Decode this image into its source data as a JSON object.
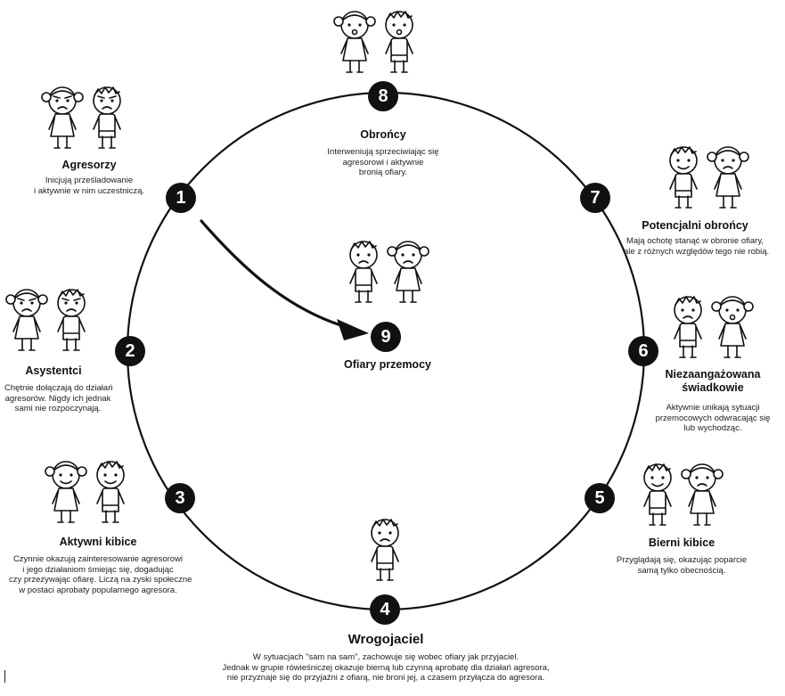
{
  "roles": [
    {
      "number": "8",
      "title": "Obrońcy",
      "description": [
        "Interweniują sprzeciwiając się",
        "agresorowi i aktywnie",
        "bronią ofiary."
      ]
    },
    {
      "number": "1",
      "title": "Agresorzy",
      "description": [
        "Inicjują prześladowanie",
        "i aktywnie w nim uczestniczą."
      ]
    },
    {
      "number": "7",
      "title": "Potencjalni obrońcy",
      "description": [
        "Mają ochotę stanąć w obronie ofiary,",
        "ale z różnych względów tego nie robią."
      ]
    },
    {
      "number": "2",
      "title": "Asystentci",
      "description": [
        "Chętnie dołączają do działań",
        "agresorów. Nigdy ich jednak",
        "sami nie rozpoczynają."
      ]
    },
    {
      "number": "9",
      "title": "Ofiary przemocy",
      "description": []
    },
    {
      "number": "6",
      "title": [
        "Niezaangażowana",
        "świadkowie"
      ],
      "description": [
        "Aktywnie unikają sytuacji",
        "przemocowych odwracając się",
        "lub wychodząc."
      ]
    },
    {
      "number": "3",
      "title": "Aktywni kibice",
      "description": [
        "Czynnie okazują zainteresowanie agresorowi",
        "i jego działaniom śmiejąc się, dogadując",
        "czy przezywając ofiarę. Liczą na zyski społeczne",
        "w postaci aprobaty popularnego agresora."
      ]
    },
    {
      "number": "5",
      "title": "Bierni kibice",
      "description": [
        "Przyglądają się, okazując poparcie",
        "samą tylko obecnością."
      ]
    },
    {
      "number": "4",
      "title": "Wrogojaciel",
      "description": [
        "W sytuacjach \"sam na sam\", zachowuje się wobec ofiary jak przyjaciel.",
        "Jednak w grupie rówieśniczej okazuje bierną lub czynną aprobatę dla działań agresora,",
        "nie przyznaje się do przyjaźni z ofiarą, nie broni jej, a czasem przyłącza do agresora."
      ]
    }
  ]
}
